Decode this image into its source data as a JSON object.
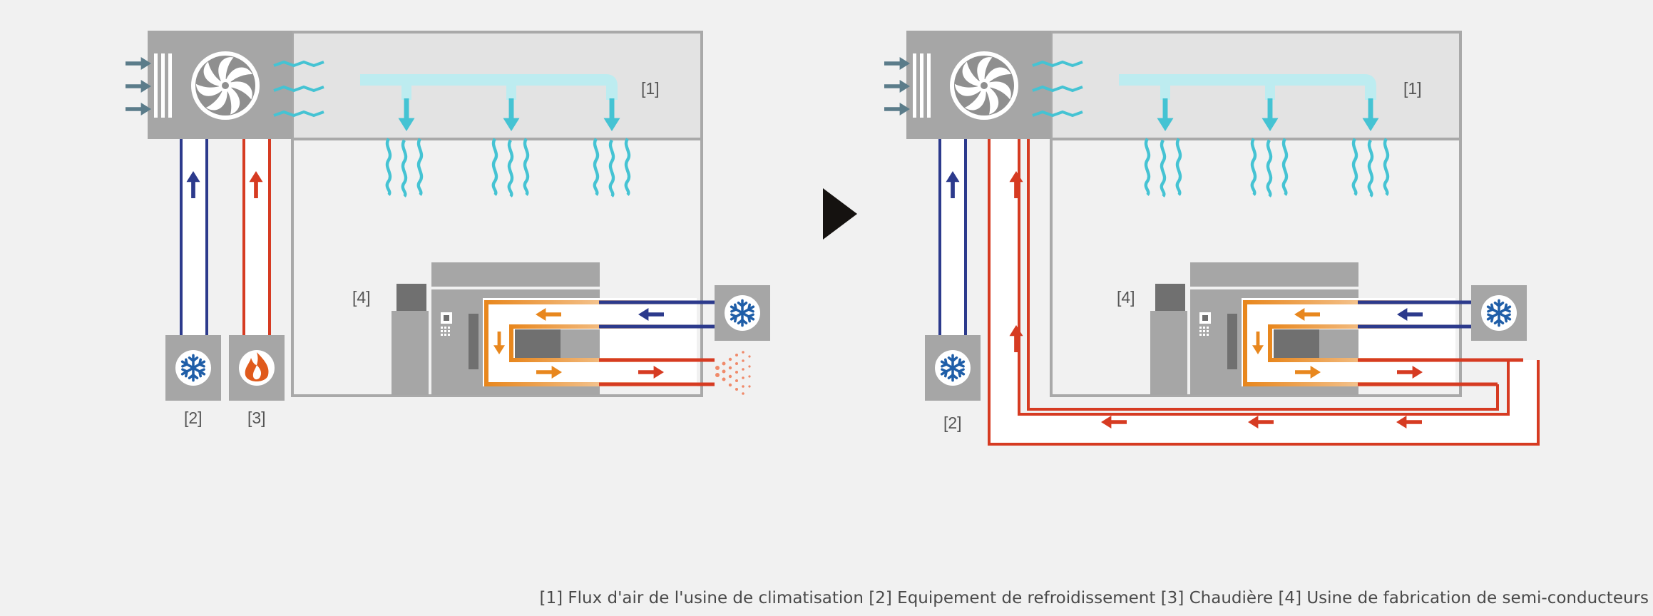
{
  "diagrams": [
    {
      "labels": {
        "airflow": "[1]",
        "cooling": "[2]",
        "boiler": "[3]",
        "fab": "[4]"
      },
      "has_boiler": true,
      "heat_recovery_loop": false
    },
    {
      "labels": {
        "airflow": "[1]",
        "cooling": "[2]",
        "fab": "[4]"
      },
      "has_boiler": false,
      "heat_recovery_loop": true
    }
  ],
  "legend": {
    "text": "[1] Flux d'air de l'usine de climatisation [2] Equipement de refroidissement [3] Chaudière [4] Usine de fabrication de semi-conducteurs"
  },
  "icons": [
    "fan-icon",
    "snowflake-icon",
    "flame-icon",
    "play-arrow-icon"
  ],
  "colors": {
    "background": "#f1f1f1",
    "box_grey": "#a6a6a6",
    "wall_grey": "#a9a9a9",
    "airflow_cyan": "#45c3d3",
    "duct_light_cyan": "#bdecf0",
    "cold_blue": "#2c3a8c",
    "hot_red": "#d63b22",
    "warm_orange": "#e8871e",
    "snowflake_blue": "#1f5ea8",
    "arrow_black": "#151210"
  }
}
